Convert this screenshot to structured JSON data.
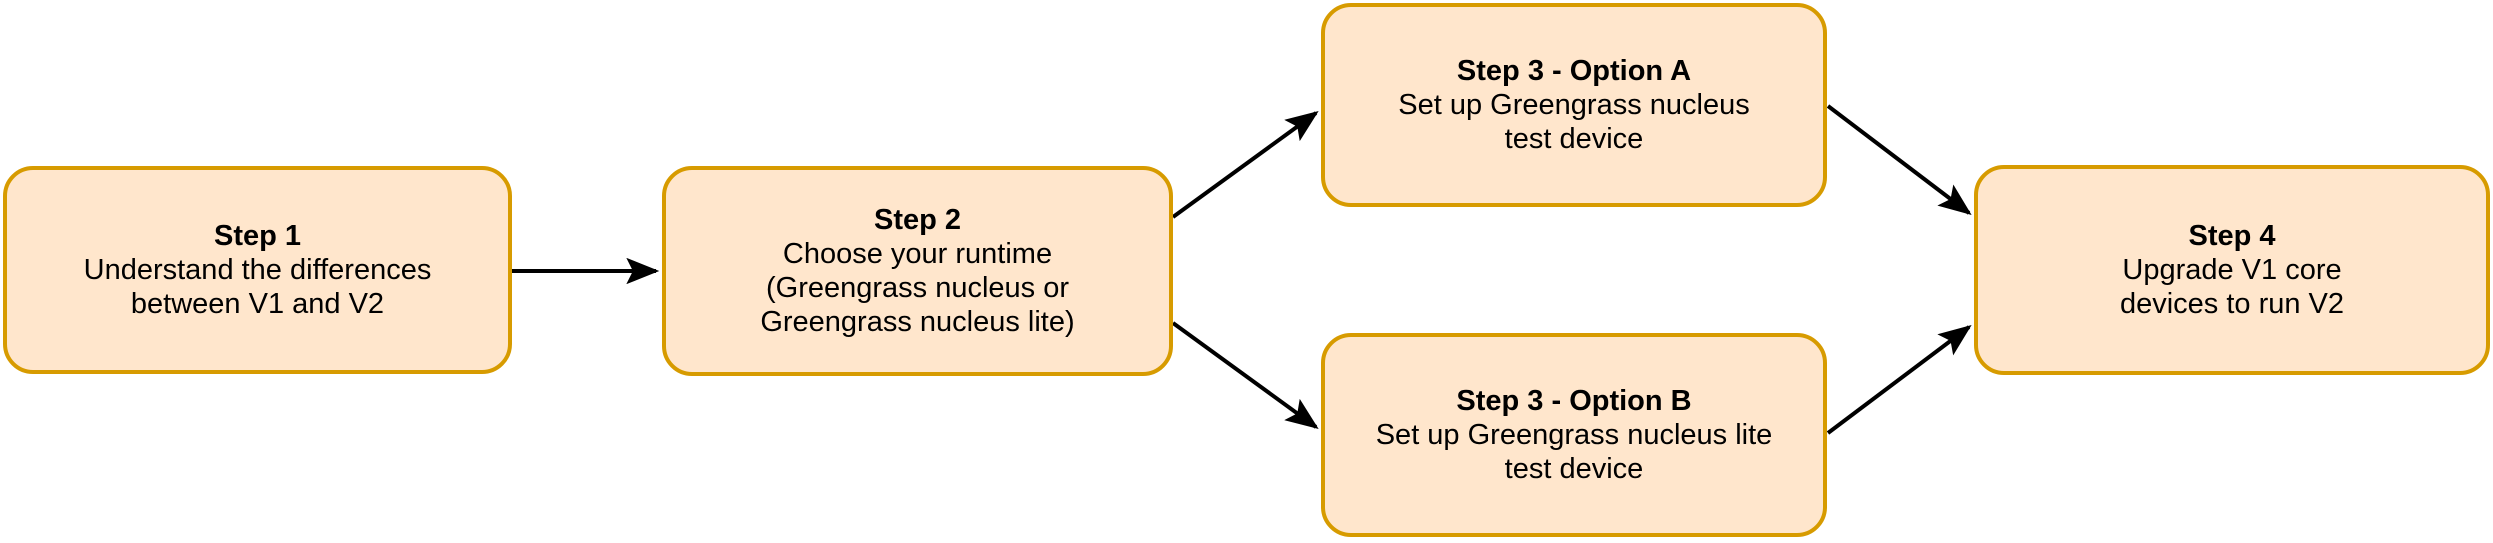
{
  "diagram": {
    "type": "flowchart",
    "colors": {
      "background": "#FFFFFF",
      "node_fill": "#FFE6CC",
      "node_stroke": "#D79B00",
      "arrow": "#000000",
      "text": "#000000"
    },
    "nodes": [
      {
        "id": "step-1",
        "title": "Step 1",
        "lines": [
          "Understand the differences",
          "between V1 and V2"
        ]
      },
      {
        "id": "step-2",
        "title": "Step 2",
        "lines": [
          "Choose your runtime",
          "(Greengrass nucleus or",
          "Greengrass nucleus lite)"
        ]
      },
      {
        "id": "step-3-option-a",
        "title": "Step 3 - Option A",
        "lines": [
          "Set up Greengrass nucleus",
          "test device"
        ]
      },
      {
        "id": "step-3-option-b",
        "title": "Step 3 - Option B",
        "lines": [
          "Set up Greengrass nucleus lite",
          "test device"
        ]
      },
      {
        "id": "step-4",
        "title": "Step 4",
        "lines": [
          "Upgrade V1 core",
          "devices to run V2"
        ]
      }
    ],
    "edges": [
      {
        "from": "step-1",
        "to": "step-2"
      },
      {
        "from": "step-2",
        "to": "step-3-option-a"
      },
      {
        "from": "step-2",
        "to": "step-3-option-b"
      },
      {
        "from": "step-3-option-a",
        "to": "step-4"
      },
      {
        "from": "step-3-option-b",
        "to": "step-4"
      }
    ]
  }
}
